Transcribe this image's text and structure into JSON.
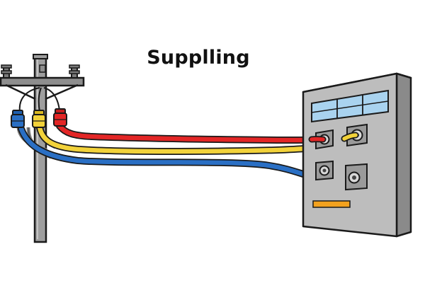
{
  "title": "Supplling",
  "colors": {
    "background": "#ffffff",
    "outline": "#1a1a1a",
    "pole": "#9e9e9e",
    "cabinet_front": "#bdbdbd",
    "cabinet_side": "#8a8a8a",
    "cabinet_top": "#d4d4d4",
    "display": "#a9d3ef",
    "wire_red": "#e32626",
    "wire_yellow": "#f2d23a",
    "wire_blue": "#2a6fc4",
    "indicator": "#f3a21f"
  },
  "wires": [
    {
      "name": "red-wire",
      "color": "#e32626"
    },
    {
      "name": "yellow-wire",
      "color": "#f2d23a"
    },
    {
      "name": "blue-wire",
      "color": "#2a6fc4"
    }
  ],
  "icons": {
    "pole": "utility-pole-icon",
    "cabinet": "electrical-panel-icon"
  }
}
